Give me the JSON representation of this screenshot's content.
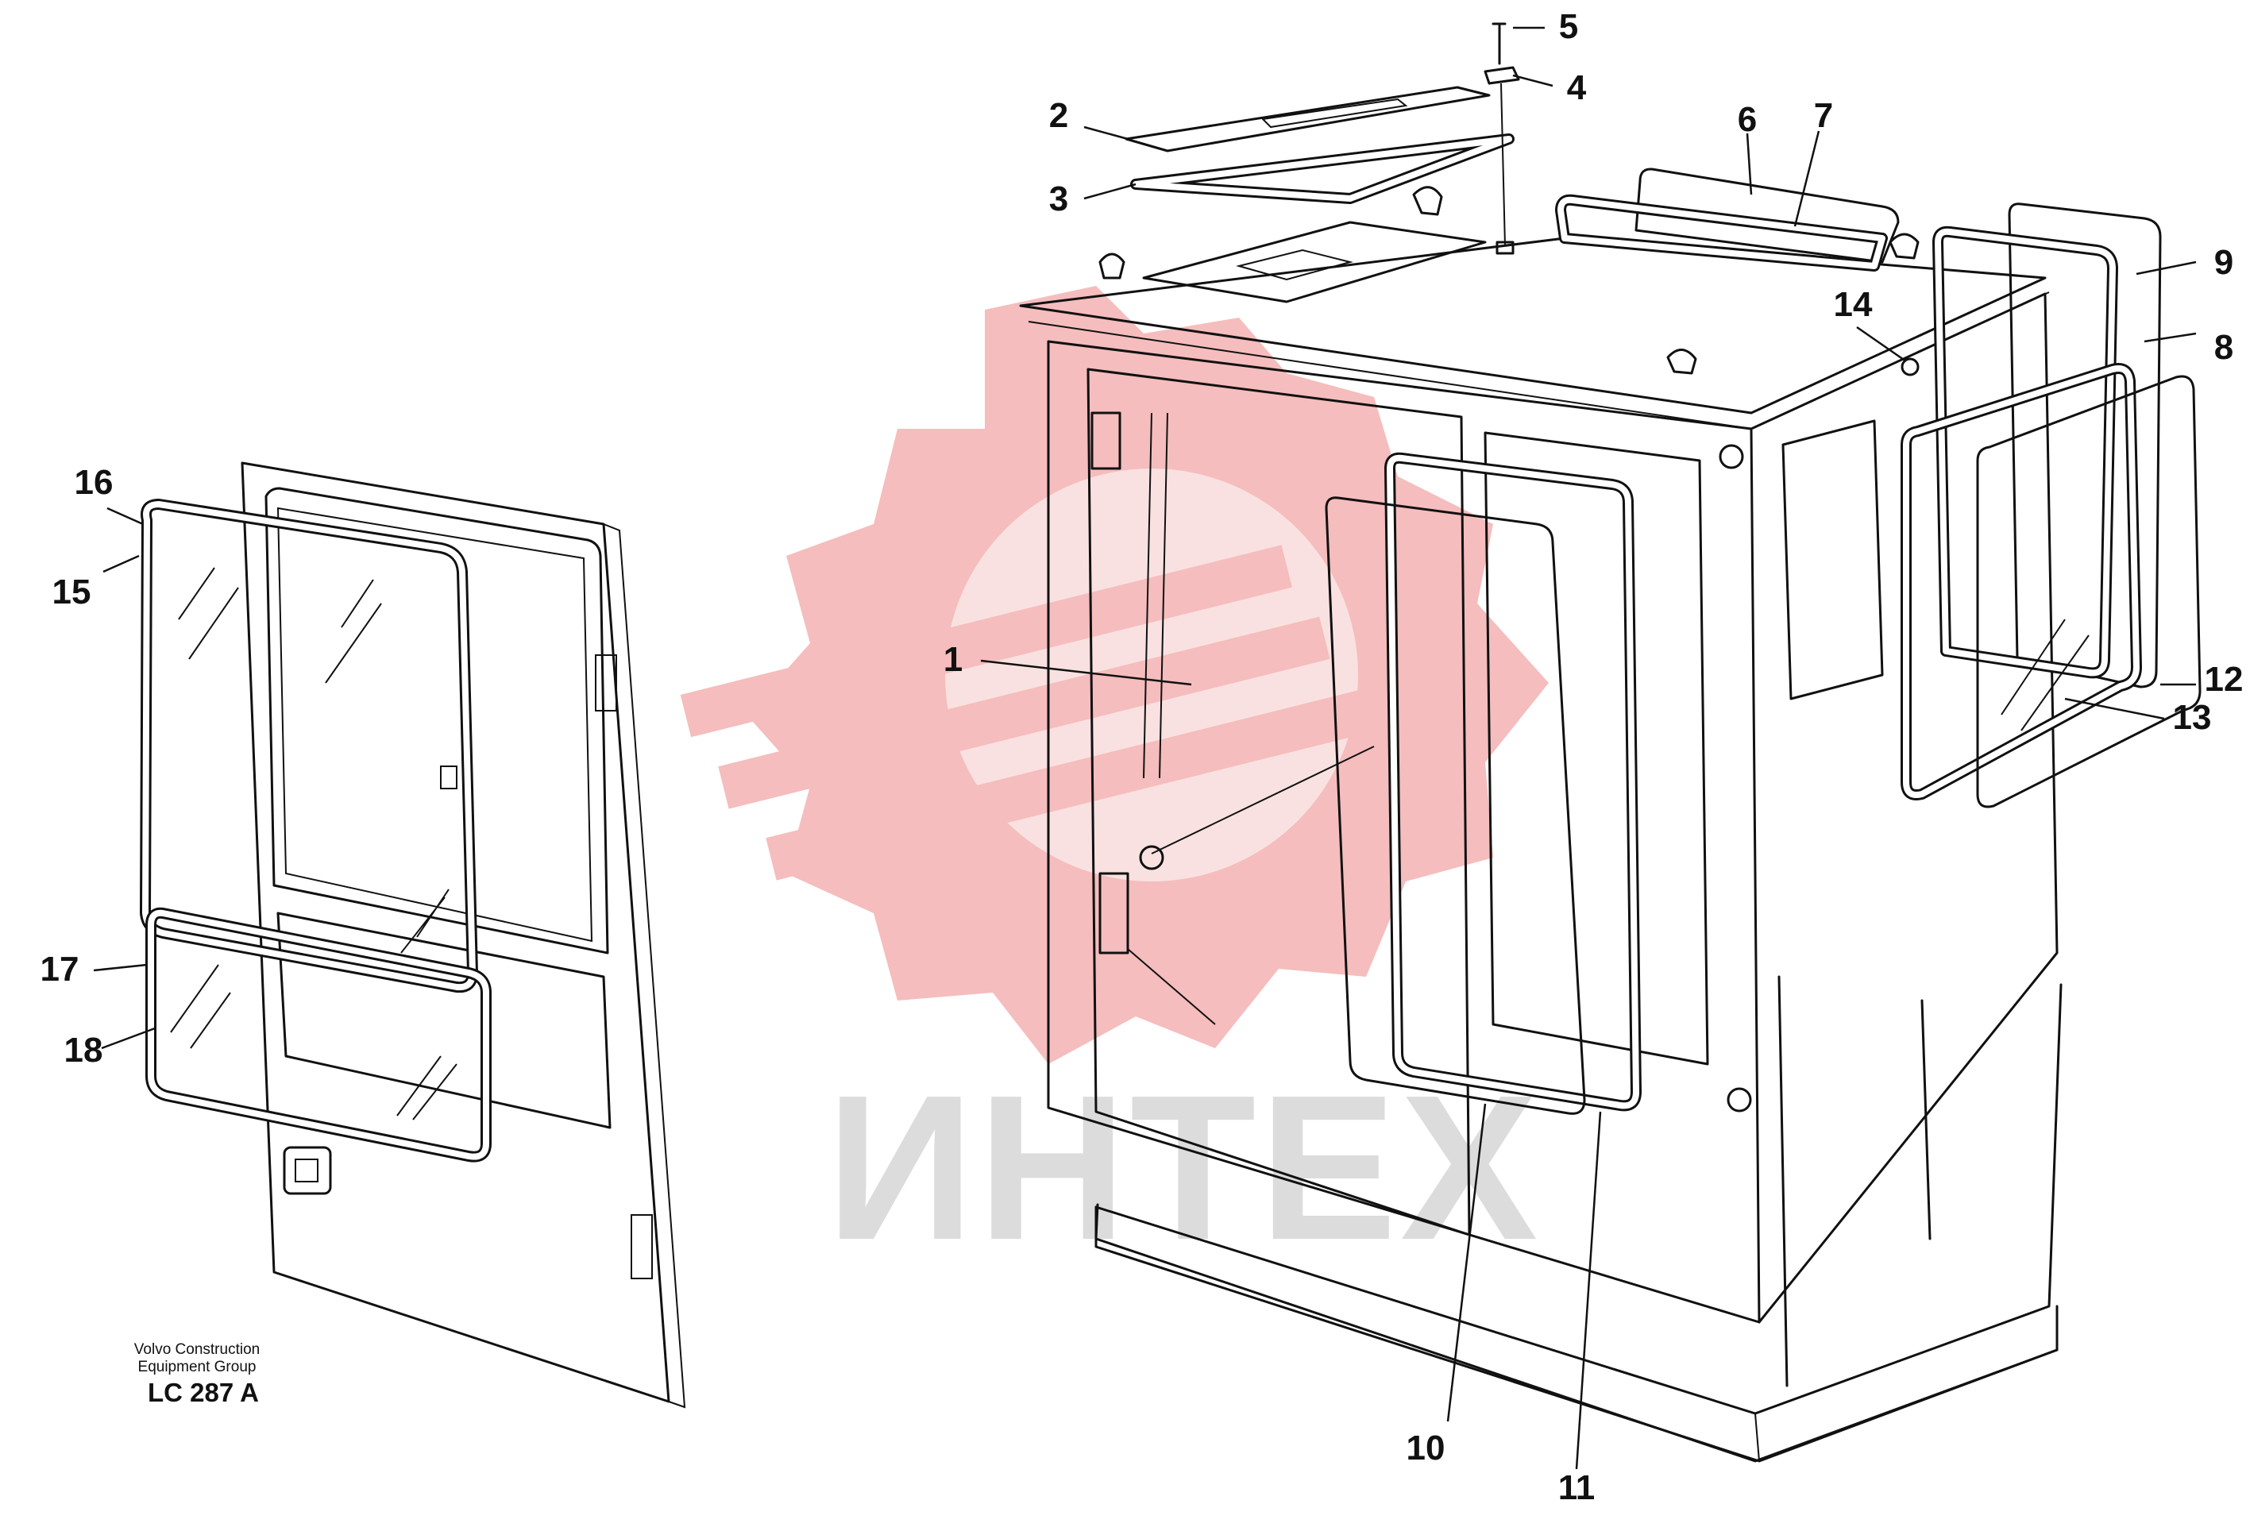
{
  "diagram": {
    "watermark": {
      "text": "ИНТЕХ",
      "color": "#f4b6b6"
    },
    "footer": {
      "company_line1": "Volvo Construction",
      "company_line2": "Equipment Group",
      "drawing_code": "LC 287 A"
    },
    "callouts": [
      "1",
      "2",
      "3",
      "4",
      "5",
      "6",
      "7",
      "8",
      "9",
      "10",
      "11",
      "12",
      "13",
      "14",
      "15",
      "16",
      "17",
      "18"
    ]
  }
}
